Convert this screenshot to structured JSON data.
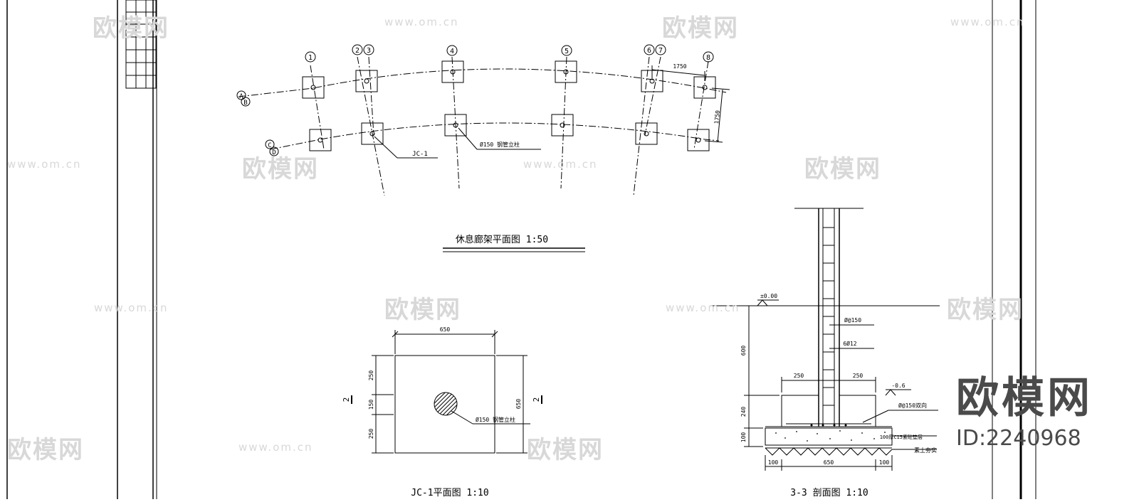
{
  "drawing": {
    "plan": {
      "title": "休息廊架平面图 1:50",
      "axis_numbers": [
        "1",
        "2",
        "3",
        "4",
        "5",
        "6",
        "7",
        "8"
      ],
      "row_letters": [
        "A",
        "B",
        "C",
        "D"
      ],
      "dim_spacing": "1750",
      "dim_row": "1750",
      "callout_footing": "JC-1",
      "callout_steel": "Ø150 钢管立柱"
    },
    "footing_plan": {
      "title": "JC-1平面图 1:10",
      "dim_width": "650",
      "dim_height": "650",
      "dim_top": "250",
      "dim_mid": "150",
      "dim_bottom": "250",
      "section_mark": "2",
      "callout": "Ø150 钢管立柱"
    },
    "section": {
      "title": "3-3 剖面图 1:10",
      "level_zero": "±0.00",
      "level_base": "-0.6",
      "dim_600": "600",
      "dim_240": "240",
      "dim_100_left": "100",
      "dim_250_left": "250",
      "dim_250_right": "250",
      "dim_100_a": "100",
      "dim_650": "650",
      "dim_100_b": "100",
      "note_stirrup": "Ø@150",
      "note_rebar": "6Ø12",
      "note_mesh": "Ø@150双向",
      "note_concrete": "100厚C15素砼垫层",
      "note_soil": "素土夯实"
    }
  },
  "watermark": {
    "logo": "欧模网",
    "url": "www.om.cn"
  },
  "brand": {
    "logo": "欧模网",
    "id": "ID:2240968"
  },
  "colors": {
    "line": "#000000",
    "watermark": "#d8d8d8",
    "brand": "#4a4a4a"
  }
}
